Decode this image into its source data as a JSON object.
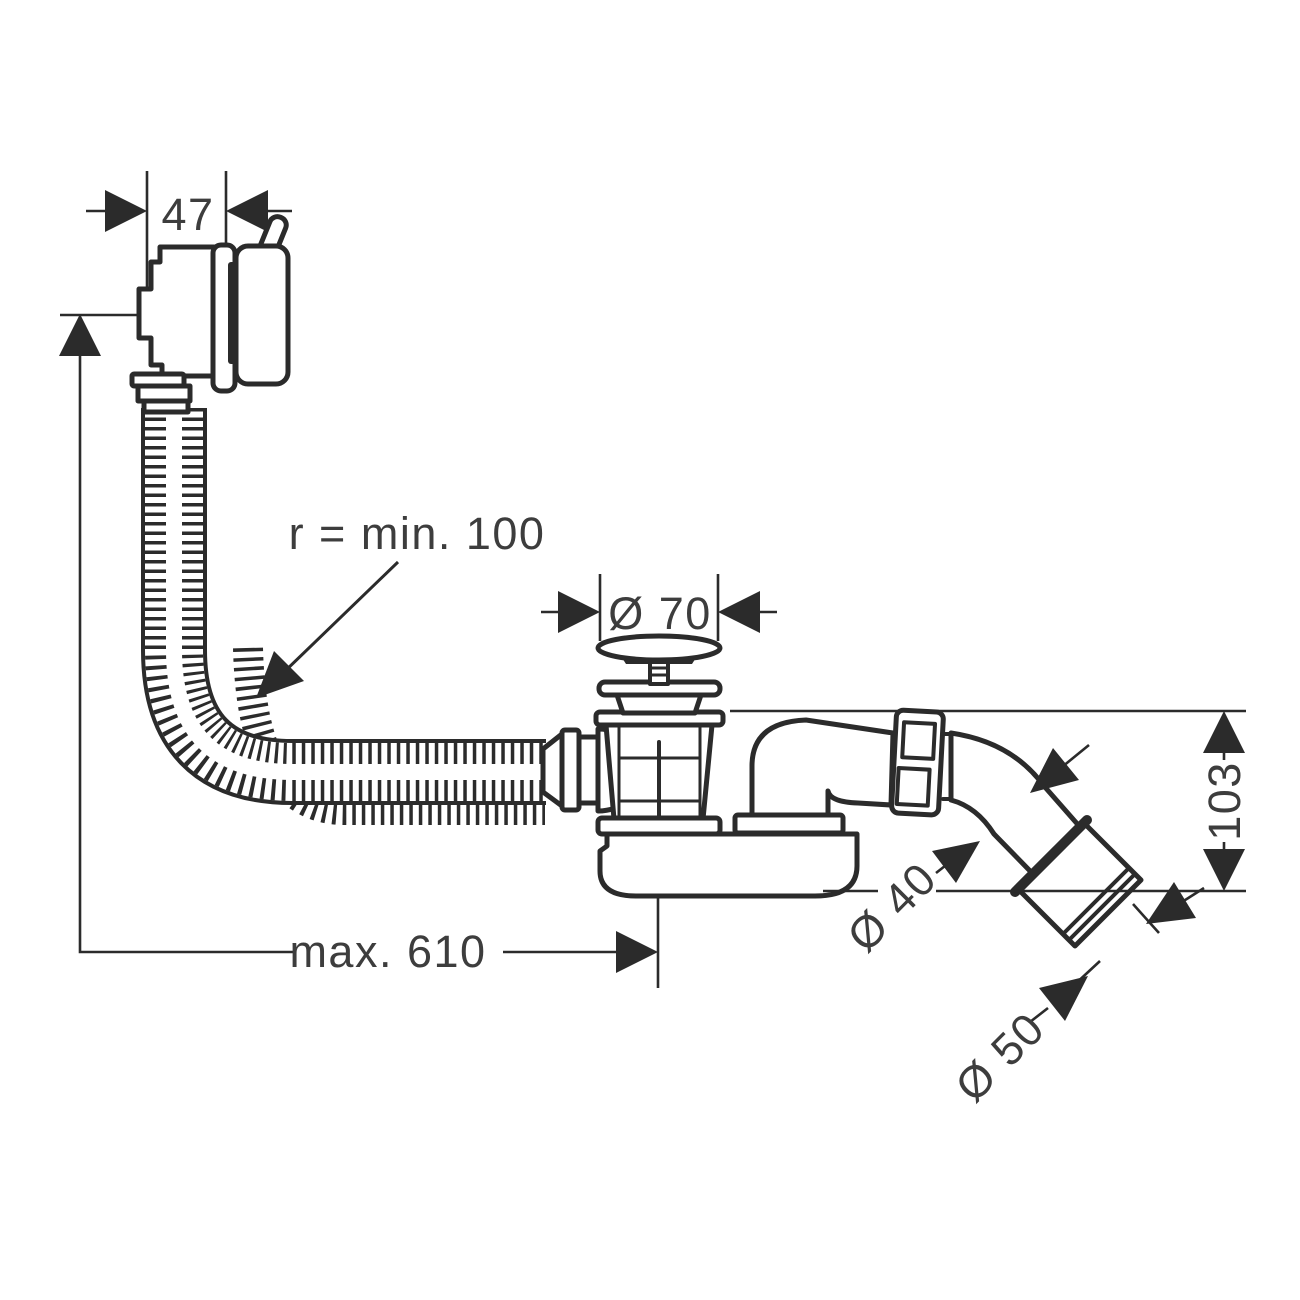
{
  "drawing": {
    "dimensions": {
      "overflow_depth": "47",
      "hose_bend_radius": "r = min. 100",
      "waste_plug_diameter": "Ø 70",
      "outlet_drop_height": "103",
      "outlet_pipe_diameter": "Ø 40",
      "outlet_socket_diameter": "Ø 50",
      "max_overflow_to_waste": "max. 610"
    },
    "colors": {
      "line": "#2b2b2b",
      "text": "#3d3d3d",
      "background": "#ffffff"
    }
  }
}
